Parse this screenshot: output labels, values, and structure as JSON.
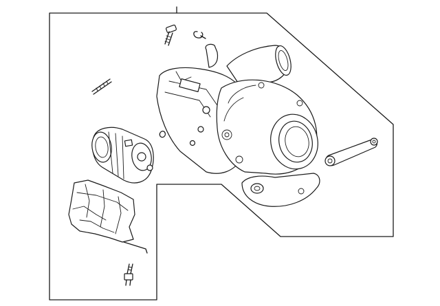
{
  "diagram": {
    "kind": "exploded parts diagram",
    "background": "#ffffff",
    "line_color": "#1a1a1a",
    "parts": [
      {
        "name": "turbocharger-assembly"
      },
      {
        "name": "mounting-bolt-top"
      },
      {
        "name": "retaining-clip"
      },
      {
        "name": "stud-left"
      },
      {
        "name": "small-clip"
      },
      {
        "name": "wastegate-actuator"
      },
      {
        "name": "heat-shield"
      },
      {
        "name": "stud-bottom"
      },
      {
        "name": "support-bracket"
      }
    ]
  }
}
